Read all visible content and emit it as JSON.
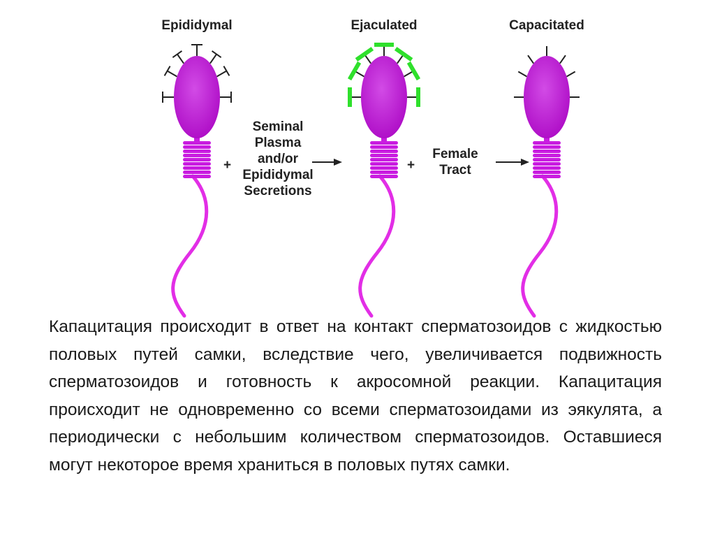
{
  "stages": [
    {
      "title": "Epididymal"
    },
    {
      "title": "Ejaculated"
    },
    {
      "title": "Capacitated"
    }
  ],
  "steps": [
    {
      "plus": "+",
      "lines": [
        "Seminal",
        "Plasma",
        "and/or",
        "Epididymal",
        "Secretions"
      ]
    },
    {
      "plus": "+",
      "lines": [
        "Female",
        "Tract"
      ]
    }
  ],
  "caption": "Капацитация происходит в ответ на контакт сперматозоидов с жидкостью половых путей самки, вследствие чего, увеличивается подвижность сперматозоидов и готовность к акросомной реакции. Капацитация происходит не одновременно со всеми сперматозоидами из эякулята, а периодически с небольшим количеством сперматозоидов. Оставшиеся могут некоторое время храниться в половых путях самки.",
  "colors": {
    "head": "#c91ce0",
    "tail": "#e22ee6",
    "coat": "#2fe02c",
    "receptor": "#222222"
  }
}
